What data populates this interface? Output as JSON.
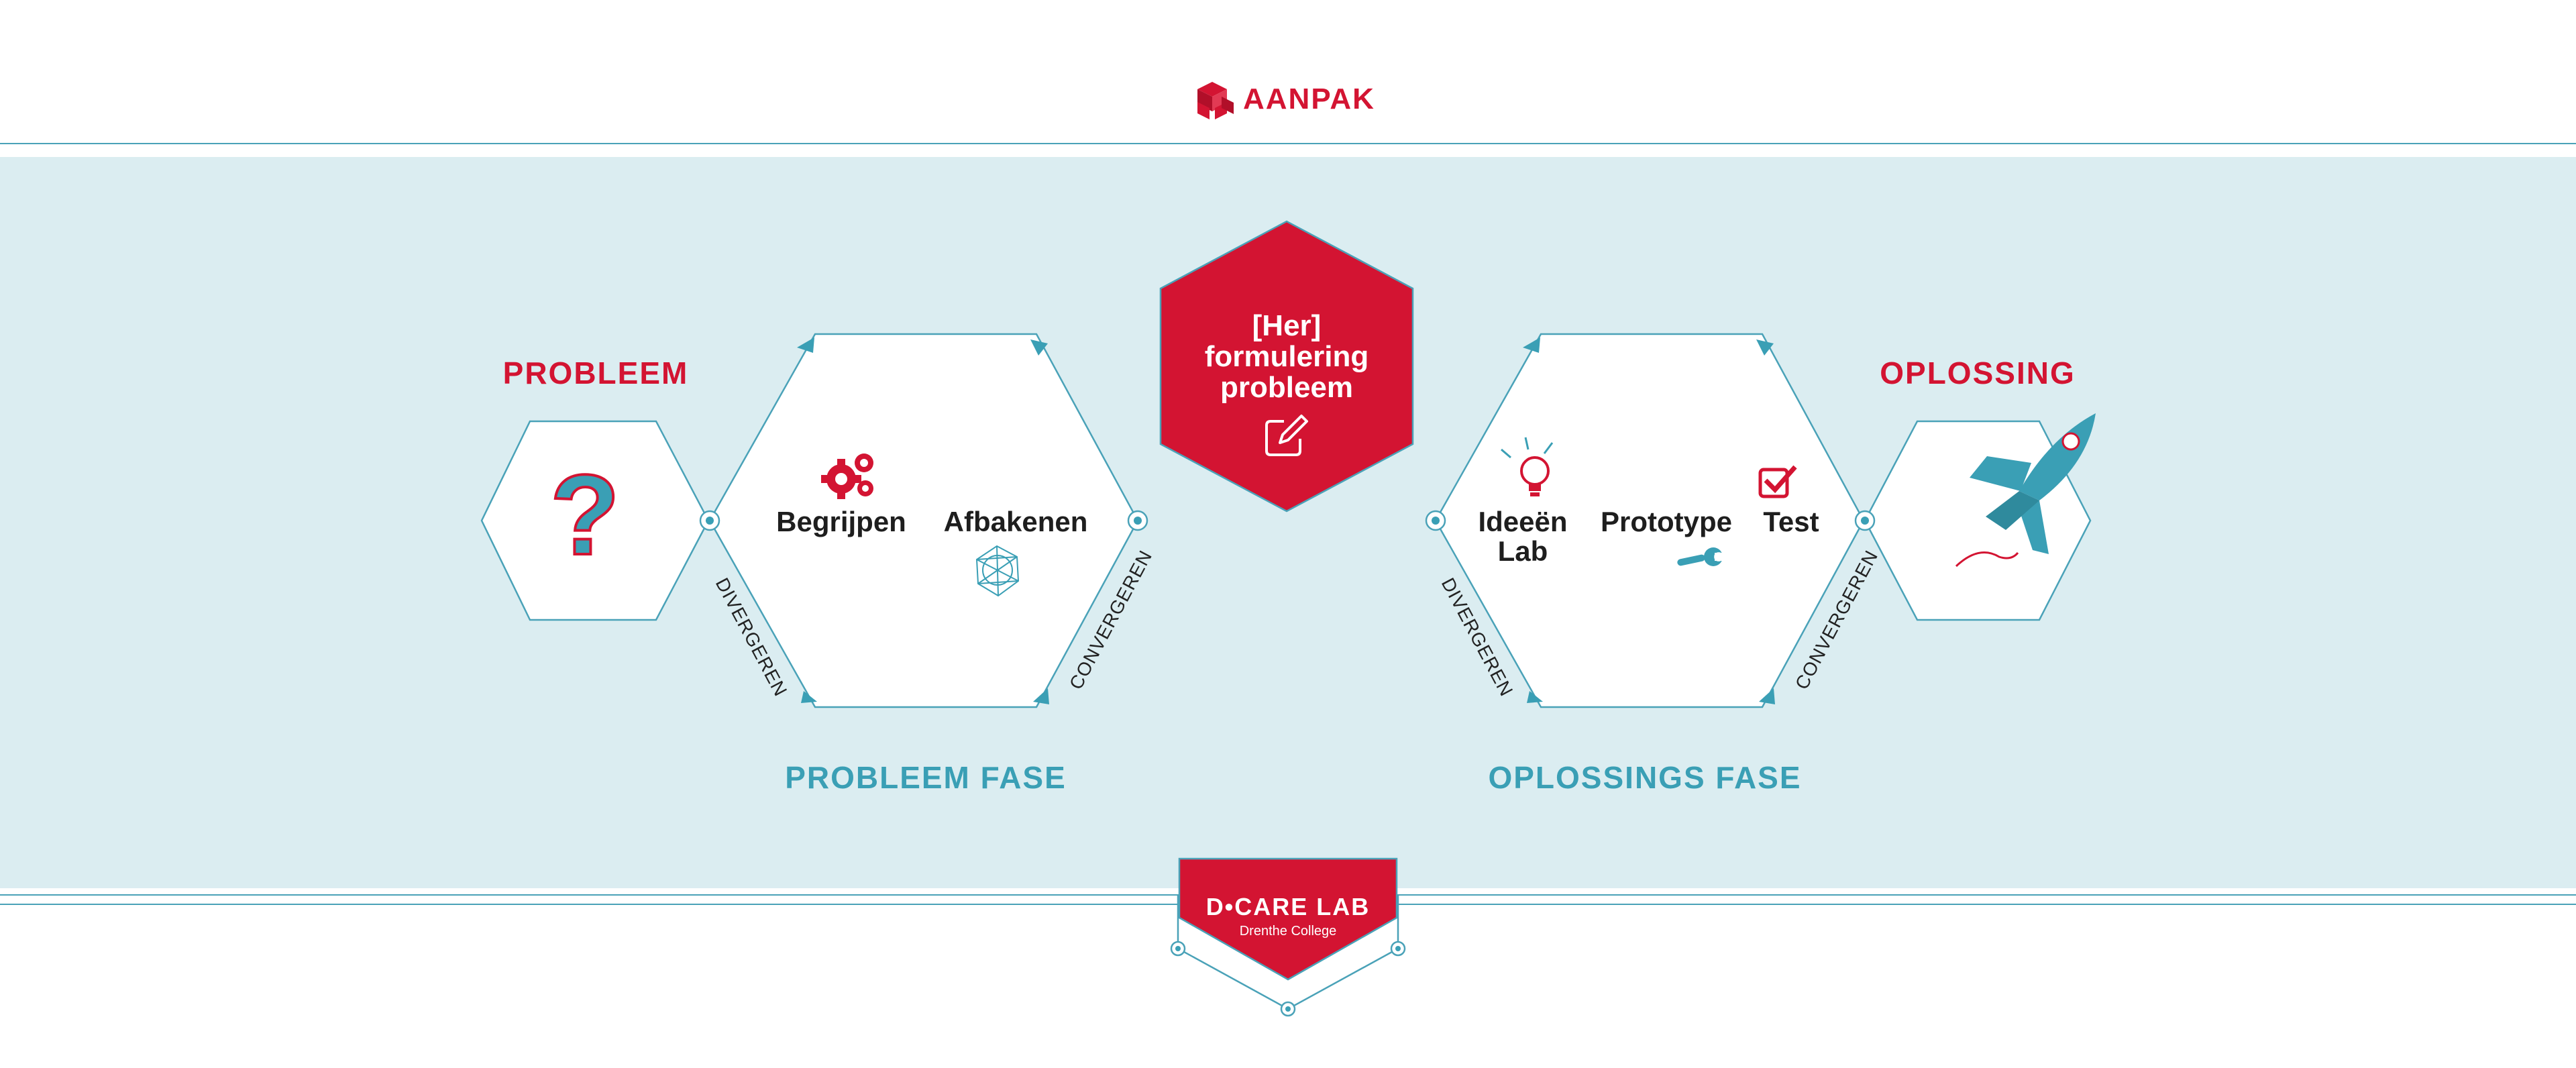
{
  "colors": {
    "red": "#d31432",
    "blue": "#3a9fb5",
    "panel": "#dbedf1",
    "outline": "#4aa2b8",
    "text_dark": "#1e1e1e",
    "white": "#ffffff"
  },
  "header": {
    "icon": "cubes-icon",
    "title": "AANPAK"
  },
  "problem_side": {
    "title": "PROBLEEM",
    "icon": "question-mark-icon",
    "phase_title": "PROBLEEM FASE",
    "diverge_label": "DIVERGEREN",
    "converge_label": "CONVERGEREN",
    "steps": [
      {
        "label": "Begrijpen",
        "icon": "gears-icon"
      },
      {
        "label": "Afbakenen",
        "icon": "network-sphere-icon"
      }
    ]
  },
  "center": {
    "line1": "[Her]",
    "line2": "formulering",
    "line3": "probleem",
    "icon": "edit-pencil-icon"
  },
  "solution_side": {
    "title": "OPLOSSING",
    "icon": "rocket-icon",
    "phase_title": "OPLOSSINGS FASE",
    "diverge_label": "DIVERGEREN",
    "converge_label": "CONVERGEREN",
    "steps": [
      {
        "label_line1": "Ideeën",
        "label_line2": "Lab",
        "icon": "lightbulb-icon"
      },
      {
        "label": "Prototype",
        "icon": "wrench-icon"
      },
      {
        "label": "Test",
        "icon": "checkbox-icon"
      }
    ]
  },
  "footer": {
    "badge_title": "D•CARE LAB",
    "badge_subtitle": "Drenthe College"
  }
}
